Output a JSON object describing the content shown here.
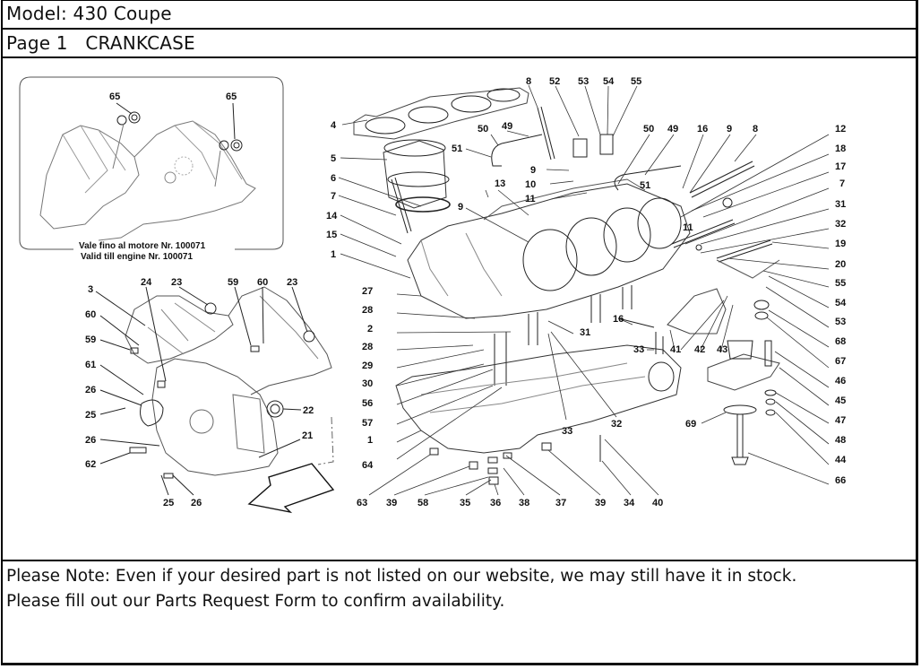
{
  "header": {
    "model_label": "Model: 430 Coupe",
    "page_label": "Page 1   CRANKCASE"
  },
  "diagram": {
    "title": "CRANKCASE exploded view",
    "inset": {
      "caption_line1": "Vale fino al motore Nr. 100071",
      "caption_line2": "Valid till engine Nr. 100071",
      "callouts": [
        "65",
        "65"
      ]
    },
    "callouts": {
      "left_group": [
        "3",
        "60",
        "59",
        "61",
        "26",
        "25",
        "26",
        "62",
        "25",
        "26",
        "24",
        "23",
        "59",
        "60",
        "23",
        "22",
        "21"
      ],
      "top_center": [
        "4",
        "5",
        "6",
        "7",
        "14",
        "15",
        "1",
        "8",
        "52",
        "53",
        "54",
        "55",
        "50",
        "49",
        "51",
        "9",
        "10",
        "11",
        "13",
        "9"
      ],
      "top_right": [
        "50",
        "49",
        "16",
        "9",
        "8",
        "12",
        "18",
        "17",
        "7",
        "31",
        "32",
        "19",
        "20",
        "55",
        "54",
        "53",
        "68",
        "67",
        "46",
        "45",
        "47",
        "48",
        "44",
        "66",
        "51",
        "11"
      ],
      "lower_center": [
        "27",
        "28",
        "2",
        "28",
        "29",
        "30",
        "56",
        "57",
        "1",
        "64",
        "63",
        "39",
        "58",
        "35",
        "36",
        "38",
        "37",
        "39",
        "34",
        "40",
        "31",
        "16",
        "33",
        "32",
        "33",
        "41",
        "42",
        "43",
        "69"
      ]
    }
  },
  "note": {
    "line1": "Please Note: Even if your desired part is not listed on our website, we may still have it in stock.",
    "line2": "Please fill out our Parts Request Form to confirm availability."
  }
}
